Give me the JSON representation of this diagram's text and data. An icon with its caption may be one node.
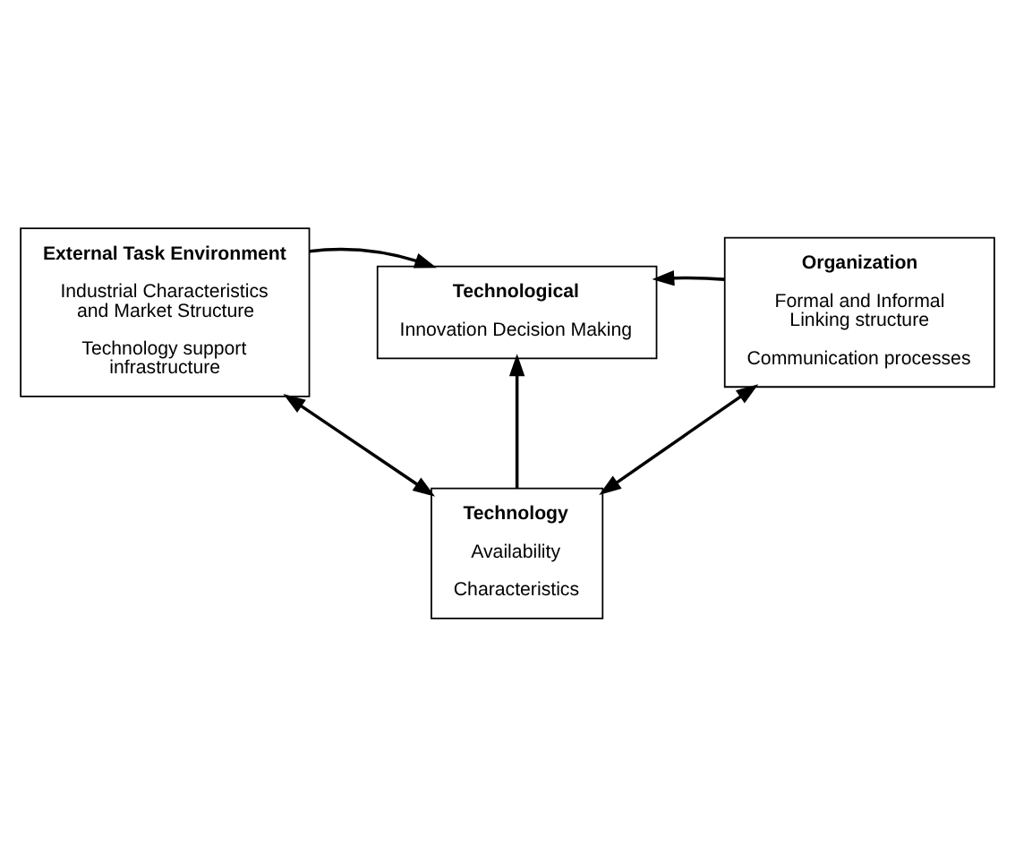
{
  "diagram": {
    "nodes": [
      {
        "text": [
          "External Task Environment",
          "Industrial Characteristics and Market Structure",
          "Technology support infrastructure"
        ]
      },
      {
        "text": [
          "Technological",
          "Innovation Decision Making"
        ]
      },
      {
        "text": [
          "Organization",
          "Formal and Informal Linking structure",
          "Communication processes"
        ]
      },
      {
        "text": [
          "Technology",
          "Availability",
          "Characteristics"
        ]
      }
    ],
    "edges": [
      {
        "from": 0,
        "to": 1,
        "arrow": "to"
      },
      {
        "from": 2,
        "to": 1,
        "arrow": "to"
      },
      {
        "from": 3,
        "to": 1,
        "arrow": "to"
      },
      {
        "from": 0,
        "to": 3,
        "arrow": "both"
      },
      {
        "from": 3,
        "to": 2,
        "arrow": "both"
      }
    ]
  }
}
